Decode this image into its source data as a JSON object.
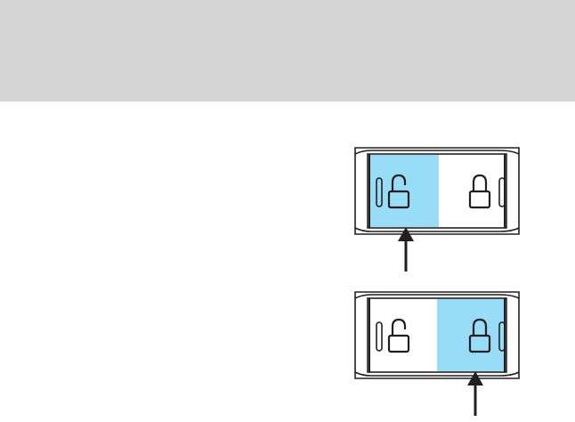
{
  "colors": {
    "header_band": "#d4d4d4",
    "highlight": "#99dcf7",
    "outline": "#231f20",
    "switch_face": "#ffffff"
  },
  "switches": [
    {
      "id": "upper",
      "highlighted_side": "unlock",
      "left_icon": "unlocked-padlock-icon",
      "right_icon": "locked-padlock-icon"
    },
    {
      "id": "lower",
      "highlighted_side": "lock",
      "left_icon": "unlocked-padlock-icon",
      "right_icon": "locked-padlock-icon"
    }
  ],
  "arrows": [
    {
      "points_to": "upper-unlock-half",
      "icon": "up-arrow-icon"
    },
    {
      "points_to": "lower-lock-half",
      "icon": "up-arrow-icon"
    }
  ]
}
